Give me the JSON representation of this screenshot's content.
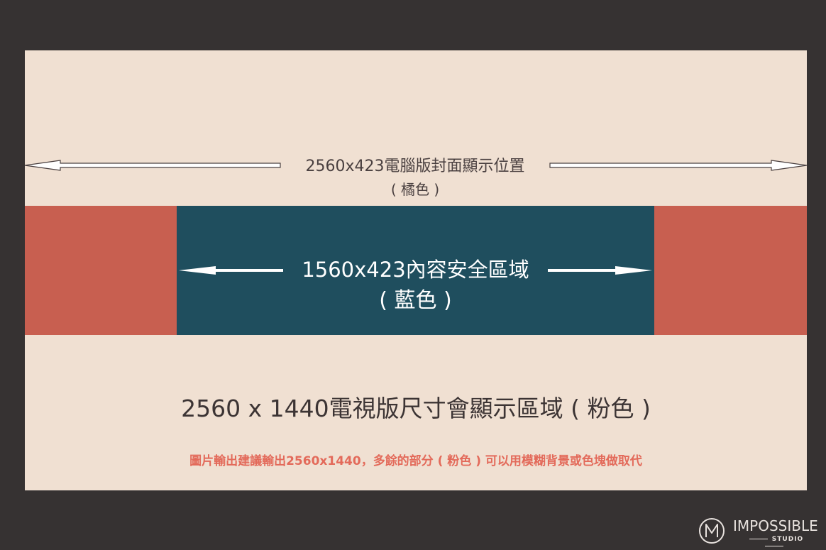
{
  "desktop_area": {
    "label": "2560x423電腦版封面顯示位置",
    "color_note": "( 橘色 )"
  },
  "safe_area": {
    "label": "1560x423內容安全區域",
    "color_note": "( 藍色 )"
  },
  "tv_area": {
    "label": "2560 x 1440電視版尺寸會顯示區域 ( 粉色 )"
  },
  "note": "圖片輸出建議輸出2560x1440，多餘的部分 ( 粉色 ) 可以用模糊背景或色塊做取代",
  "logo": {
    "brand": "IMPOSSIBLE",
    "sub": "STUDIO",
    "icon": "m-circle-logo-icon"
  },
  "colors": {
    "background": "#363232",
    "tv_area": "#f0e0d2",
    "desktop_band": "#c85f50",
    "safe_zone": "#1f4e5e",
    "note_text": "#e36a5a"
  }
}
